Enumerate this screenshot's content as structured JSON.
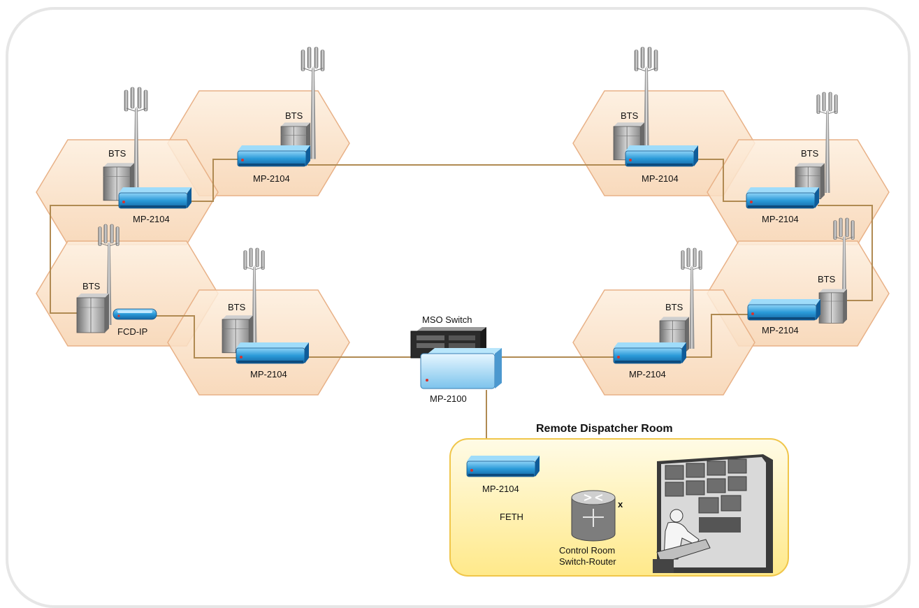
{
  "title": "Remote Dispatcher Room",
  "colors": {
    "hex_fill": "#fbe3cc",
    "hex_stroke": "#e9b48a",
    "link": "#b08a52",
    "device_blue": "#1e8fd0",
    "room_fill": "#fff3c4",
    "room_stroke": "#f0c64a"
  },
  "labels": {
    "bts": "BTS",
    "mp2104": "MP-2104",
    "mp2100": "MP-2100",
    "fcd_ip": "FCD-IP",
    "mso_switch": "MSO Switch",
    "feth": "FETH",
    "x_mark": "x",
    "router_line1": "Control Room",
    "router_line2": "Switch-Router"
  },
  "icons": [
    "antenna-tower-icon",
    "bts-cabinet-icon",
    "mp2104-device-icon",
    "mso-switch-icon",
    "router-icon",
    "video-wall-icon",
    "operator-icon"
  ]
}
